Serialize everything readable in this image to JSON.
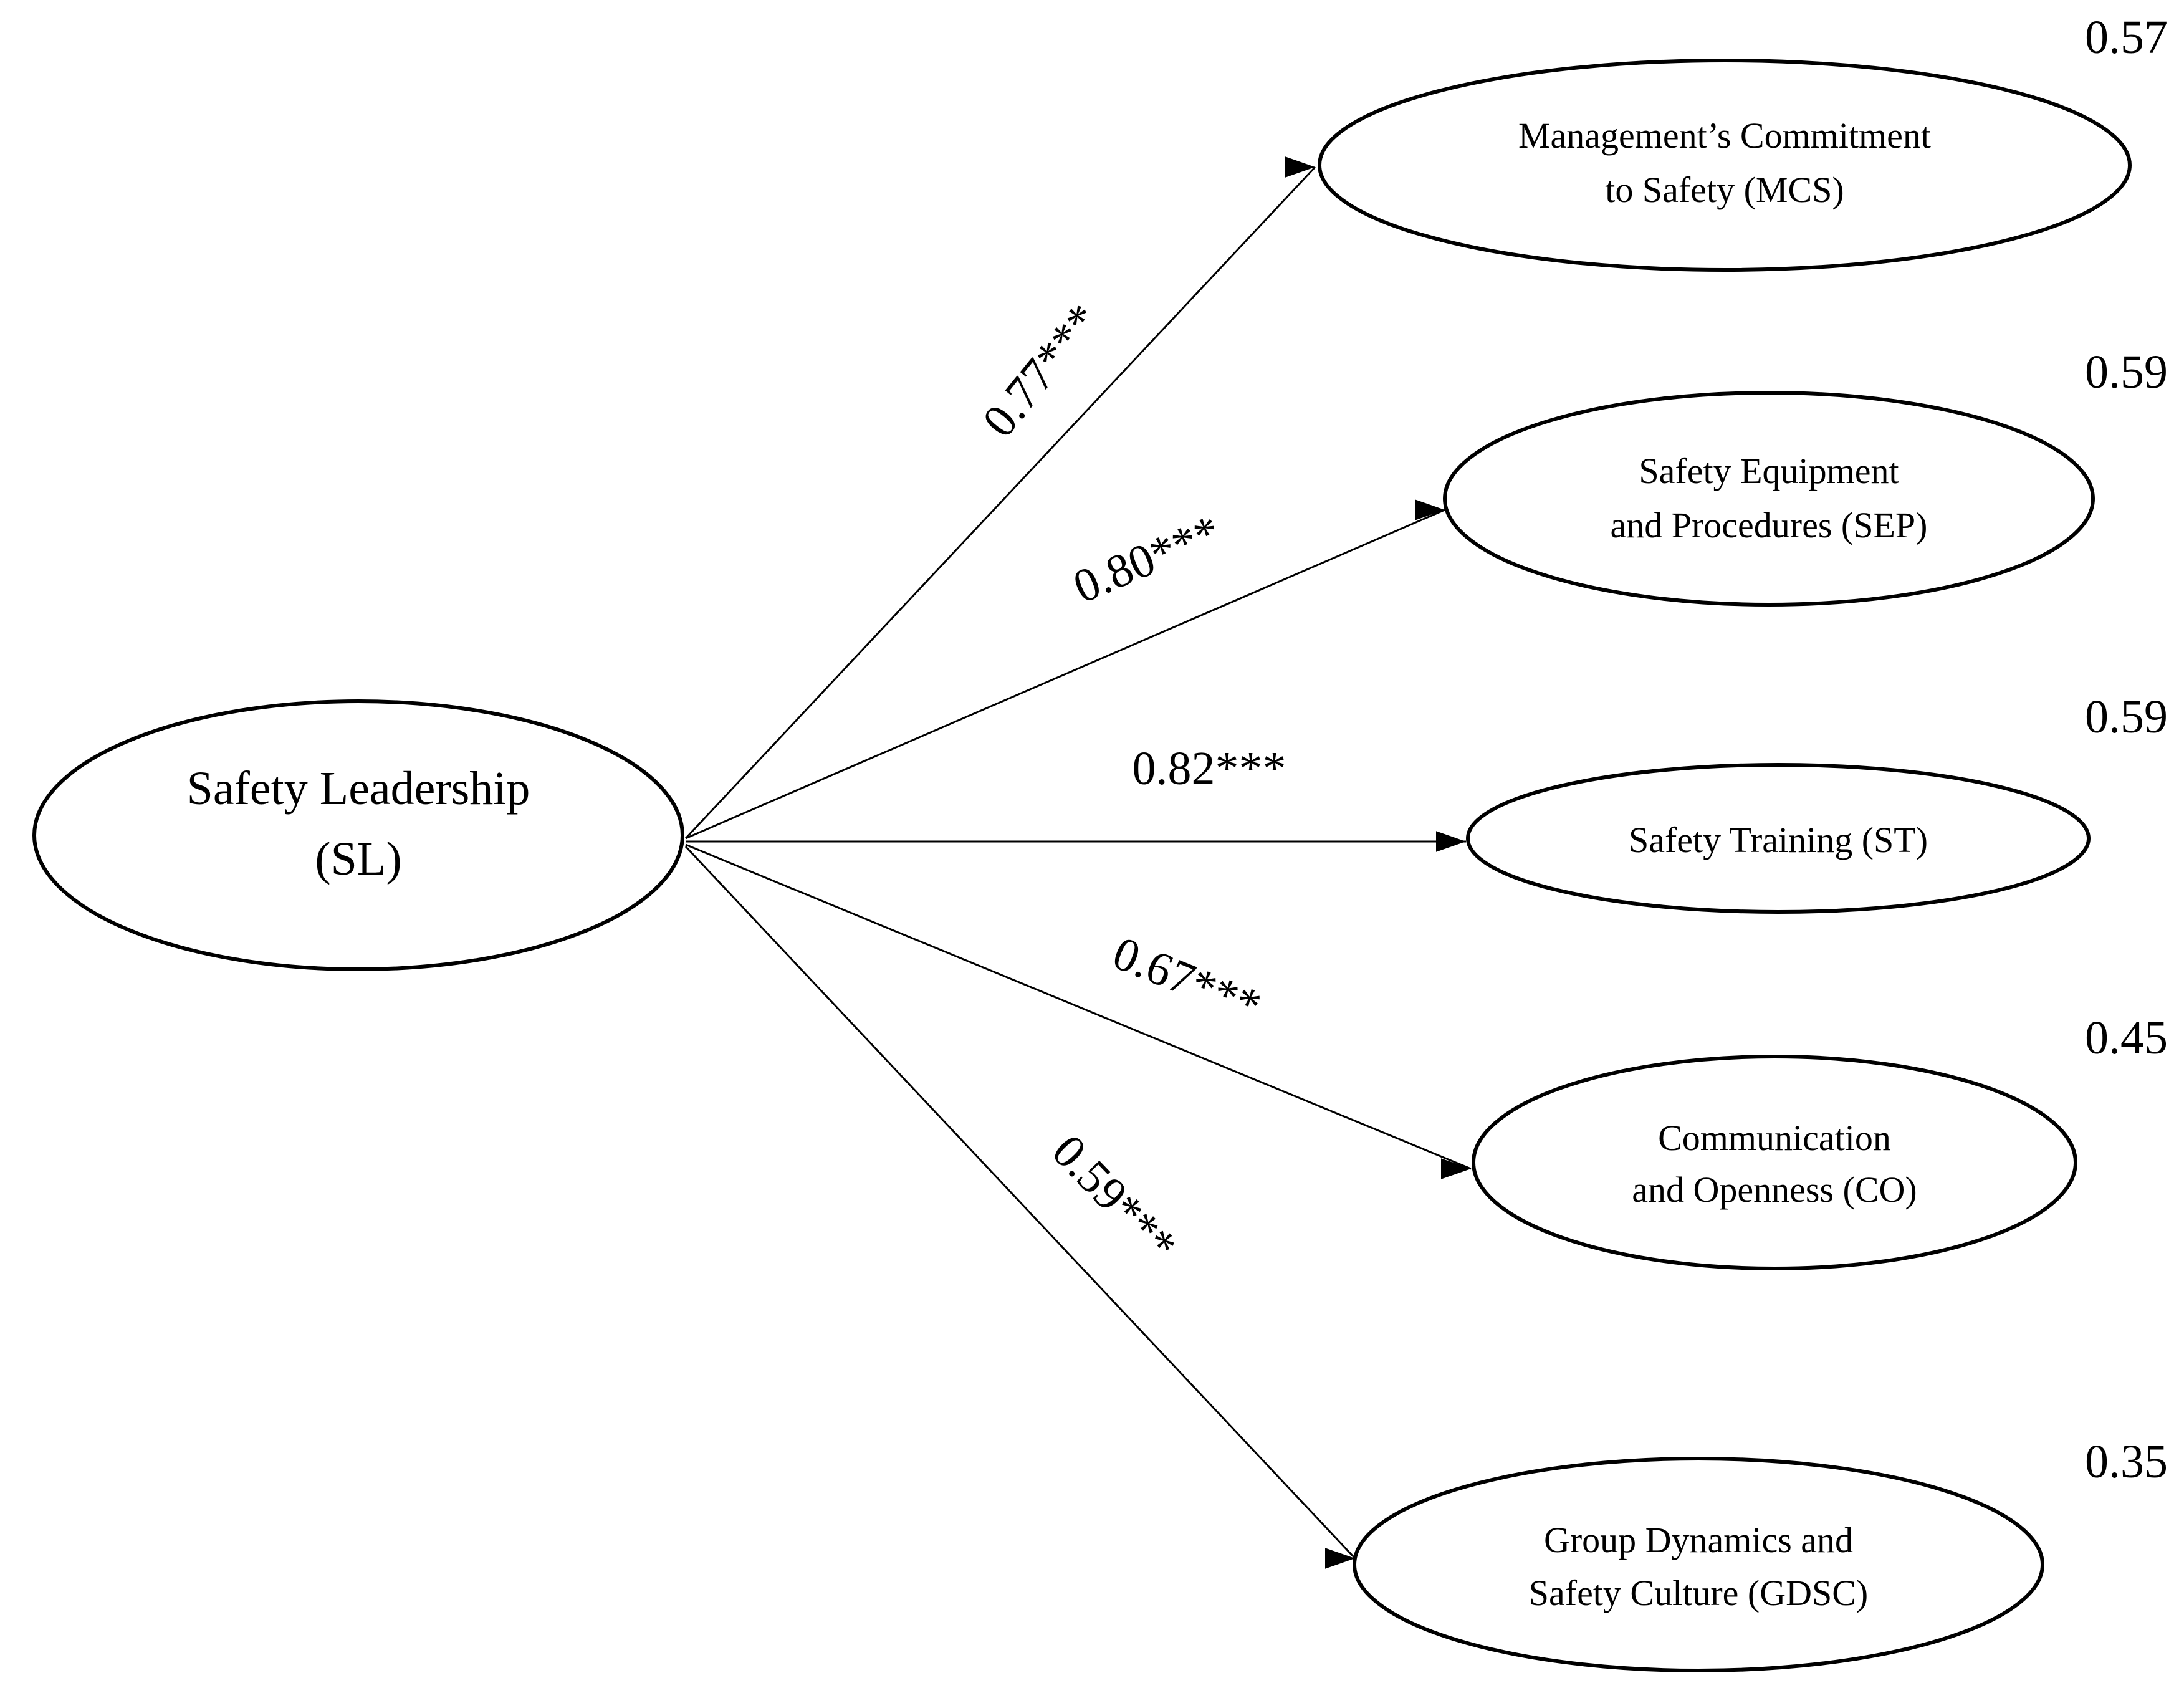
{
  "source": {
    "label_line1": "Safety Leadership",
    "label_line2": "(SL)"
  },
  "targets": [
    {
      "id": "mcs",
      "label_line1": "Management’s Commitment",
      "label_line2": "to Safety (MCS)",
      "coefficient": "0.77***",
      "r_squared": "0.57"
    },
    {
      "id": "sep",
      "label_line1": "Safety Equipment",
      "label_line2": "and Procedures (SEP)",
      "coefficient": "0.80***",
      "r_squared": "0.59"
    },
    {
      "id": "st",
      "label_line1": "Safety Training (ST)",
      "label_line2": "",
      "coefficient": "0.82***",
      "r_squared": "0.59"
    },
    {
      "id": "co",
      "label_line1": "Communication",
      "label_line2": "and Openness (CO)",
      "coefficient": "0.67***",
      "r_squared": "0.45"
    },
    {
      "id": "gdsc",
      "label_line1": "Group Dynamics and",
      "label_line2": "Safety Culture (GDSC)",
      "coefficient": "0.59***",
      "r_squared": "0.35"
    }
  ]
}
